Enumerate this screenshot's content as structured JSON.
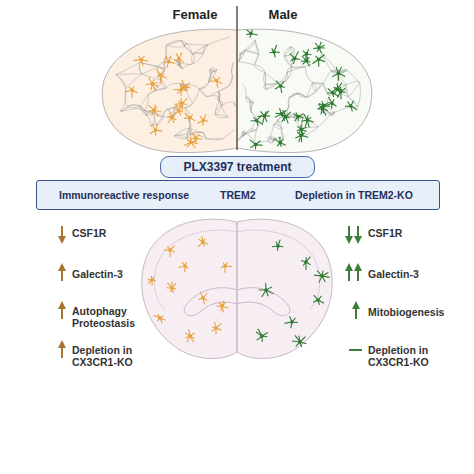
{
  "diagram": {
    "nodes": [
      {
        "text": [
          "PLX3397 treatment"
        ]
      },
      {
        "text": [
          "Immunoreactive response",
          "TREM2",
          "Depletion in TREM2-KO"
        ]
      }
    ],
    "labels": [
      "Female",
      "Male",
      "CSF1R",
      "Galectin-3",
      "Autophagy Proteostasis",
      "Depletion in CX3CR1-KO",
      "CSF1R",
      "Galectin-3",
      "Mitobiogenesis",
      "Depletion in CX3CR1-KO"
    ]
  }
}
